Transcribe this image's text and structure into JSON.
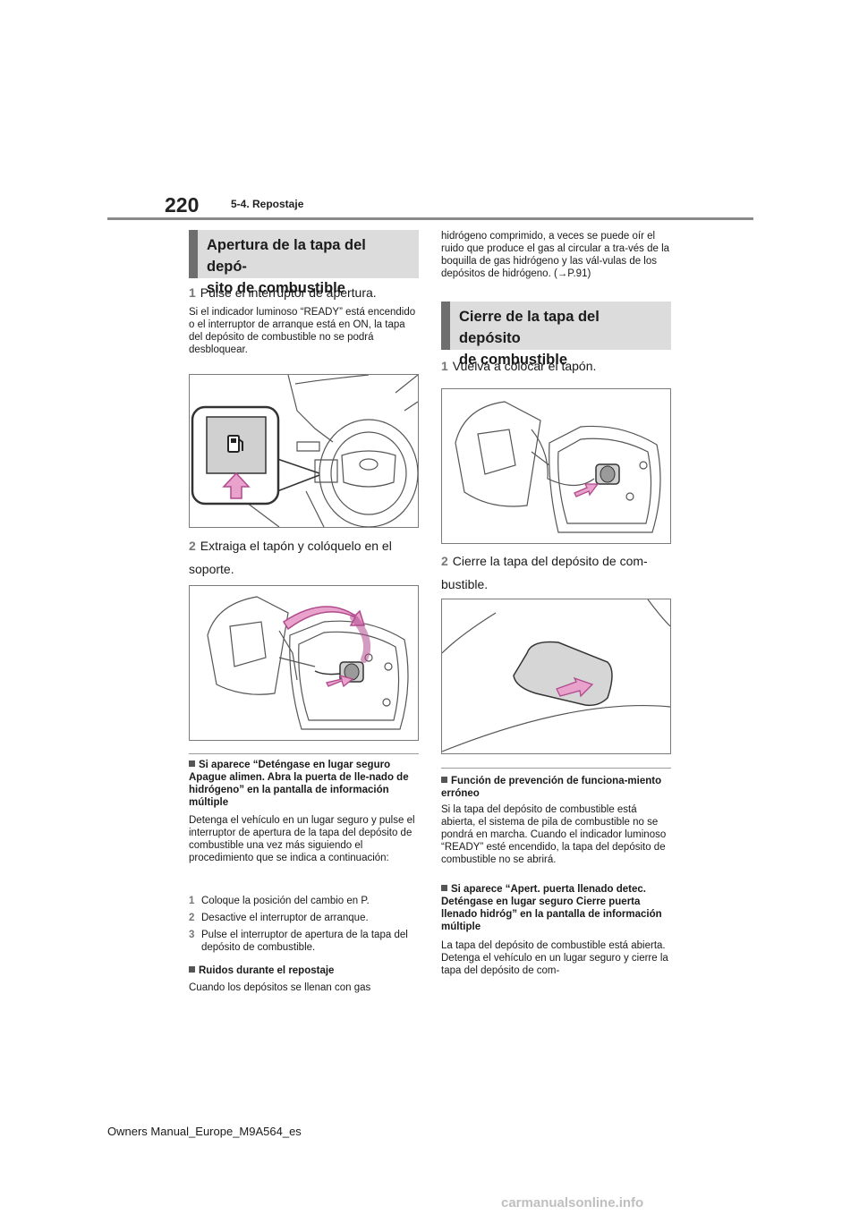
{
  "header": {
    "page_number": "220",
    "section": "5-4. Repostaje"
  },
  "left": {
    "heading": "Apertura de la tapa del depó-\nsito de combustible",
    "step1": {
      "num": "1",
      "text": "Pulse el interruptor de apertura."
    },
    "step1_note": "Si el indicador luminoso “READY” está encendido o el interruptor de arranque está en ON, la tapa del depósito de combustible no se podrá desbloquear.",
    "step2": {
      "num": "2",
      "text": "Extraiga el tapón y colóquelo en el soporte."
    },
    "note1_title": "Si aparece “Deténgase en lugar seguro Apague alimen. Abra la puerta de lle-nado de hidrógeno” en la pantalla de información múltiple",
    "note1_body": "Detenga el vehículo en un lugar seguro y pulse el interruptor de apertura de la tapa del depósito de combustible una vez más siguiendo el procedimiento que se indica a continuación:",
    "substeps": [
      {
        "num": "1",
        "text": "Coloque la posición del cambio en P."
      },
      {
        "num": "2",
        "text": "Desactive el interruptor de arranque."
      },
      {
        "num": "3",
        "text": "Pulse el interruptor de apertura de la tapa del depósito de combustible."
      }
    ],
    "note2_title": "Ruidos durante el repostaje",
    "note2_body": "Cuando los depósitos se llenan con gas"
  },
  "right": {
    "continued": "hidrógeno comprimido, a veces se puede oír el ruido que produce el gas al circular a tra-vés de la boquilla de gas hidrógeno y las vál-vulas de los depósitos de hidrógeno. (→P.91)",
    "heading": "Cierre de la tapa del depósito\nde combustible",
    "step1": {
      "num": "1",
      "text": "Vuelva a colocar el tapón."
    },
    "step2": {
      "num": "2",
      "text": "Cierre la tapa del depósito de com-bustible."
    },
    "note1_title": "Función de prevención de funciona-miento erróneo",
    "note1_body": "Si la tapa del depósito de combustible está abierta, el sistema de pila de combustible no se pondrá en marcha. Cuando el indicador luminoso “READY” esté encendido, la tapa del depósito de combustible no se abrirá.",
    "note2_title": "Si aparece “Apert. puerta llenado detec. Deténgase en lugar seguro Cierre puerta llenado hidróg” en la pantalla de información múltiple",
    "note2_body": "La tapa del depósito de combustible está abierta. Detenga el vehículo en un lugar seguro y cierre la tapa del depósito de com-"
  },
  "footer": {
    "manual_id": "Owners Manual_Europe_M9A564_es"
  },
  "watermark": "carmanualsonline.info",
  "colors": {
    "heading_bg": "#dcdcdc",
    "heading_bar": "#6e6e6e",
    "arrow_pink": "#e8a2cc",
    "arrow_stroke": "#b04a8c"
  }
}
